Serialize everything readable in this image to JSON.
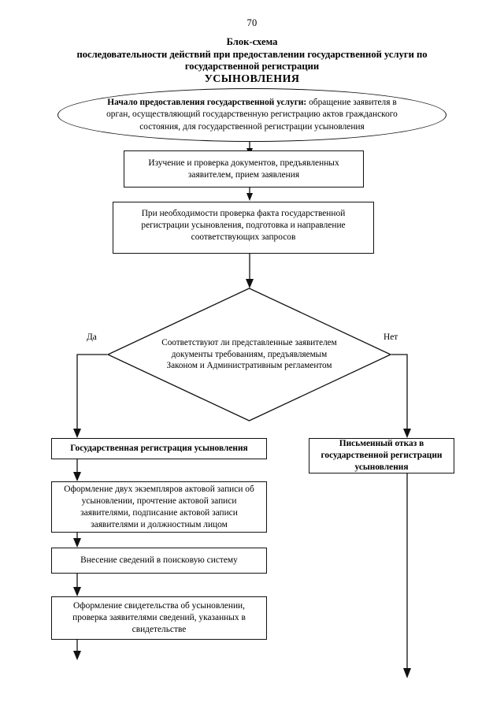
{
  "page": {
    "number": "70"
  },
  "title": {
    "line1": "Блок-схема",
    "line2": "последовательности действий при предоставлении государственной услуги по",
    "line3": "государственной регистрации",
    "line4": "УСЫНОВЛЕНИЯ"
  },
  "nodes": {
    "start": {
      "shape": "oval",
      "lead": "Начало предоставления государственной услуги:",
      "rest": " обращение заявителя в орган, осуществляющий государственную регистрацию актов гражданского состояния, для государственной регистрации усыновления"
    },
    "step1": {
      "shape": "rect",
      "text": "Изучение и проверка документов, предъявленных заявителем, прием заявления"
    },
    "step2": {
      "shape": "rect",
      "text": "При необходимости проверка факта государственной регистрации усыновления, подготовка и направление соответствующих запросов"
    },
    "decision": {
      "shape": "diamond",
      "text": "Соответствуют ли представленные заявителем документы требованиям, предъявляемым Законом и Административным регламентом"
    },
    "yes_result": {
      "shape": "rect-bold",
      "text": "Государственная регистрация усыновления"
    },
    "no_result": {
      "shape": "rect-bold",
      "text": "Письменный отказ в государственной регистрации усыновления"
    },
    "step3": {
      "shape": "rect",
      "text": "Оформление двух экземпляров актовой записи об усыновлении, прочтение актовой записи заявителями, подписание актовой записи заявителями и должностным лицом"
    },
    "step4": {
      "shape": "rect",
      "text": "Внесение сведений в поисковую систему"
    },
    "step5": {
      "shape": "rect",
      "text": "Оформление свидетельства об усыновлении, проверка заявителями сведений, указанных в свидетельстве"
    }
  },
  "branches": {
    "yes_label": "Да",
    "no_label": "Нет"
  },
  "colors": {
    "stroke": "#111111",
    "background": "#ffffff",
    "text": "#000000"
  }
}
